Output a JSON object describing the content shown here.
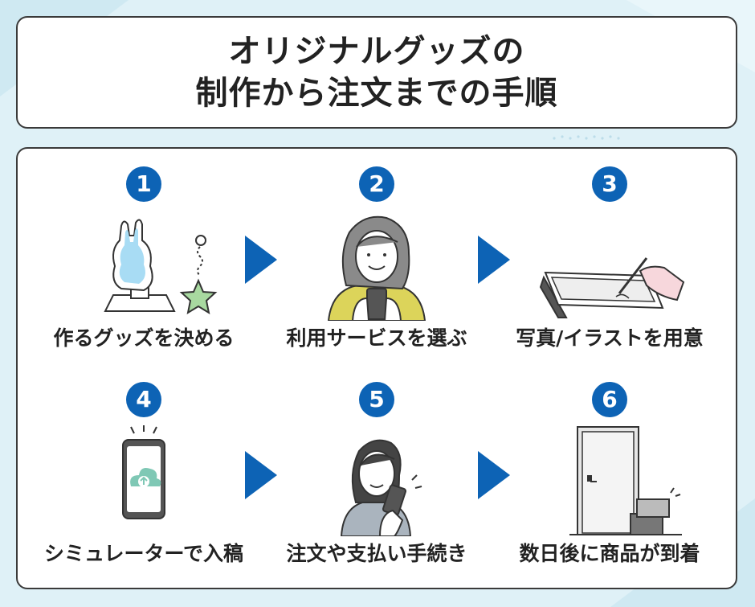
{
  "title": {
    "line1": "オリジナルグッズの",
    "line2": "制作から注文までの手順"
  },
  "colors": {
    "accent": "#0d63b5",
    "background": "#dff1f7",
    "text": "#222222"
  },
  "steps": [
    {
      "number": "1",
      "label": "作るグッズを決める",
      "icon": "acrylic-stand-keychain-icon"
    },
    {
      "number": "2",
      "label": "利用サービスを選ぶ",
      "icon": "person-smartphone-icon"
    },
    {
      "number": "3",
      "label": "写真/イラストを用意",
      "icon": "tablet-drawing-icon"
    },
    {
      "number": "4",
      "label": "シミュレーターで入稿",
      "icon": "phone-upload-icon"
    },
    {
      "number": "5",
      "label": "注文や支払い手続き",
      "icon": "woman-smartphone-icon"
    },
    {
      "number": "6",
      "label": "数日後に商品が到着",
      "icon": "door-package-icon"
    }
  ]
}
